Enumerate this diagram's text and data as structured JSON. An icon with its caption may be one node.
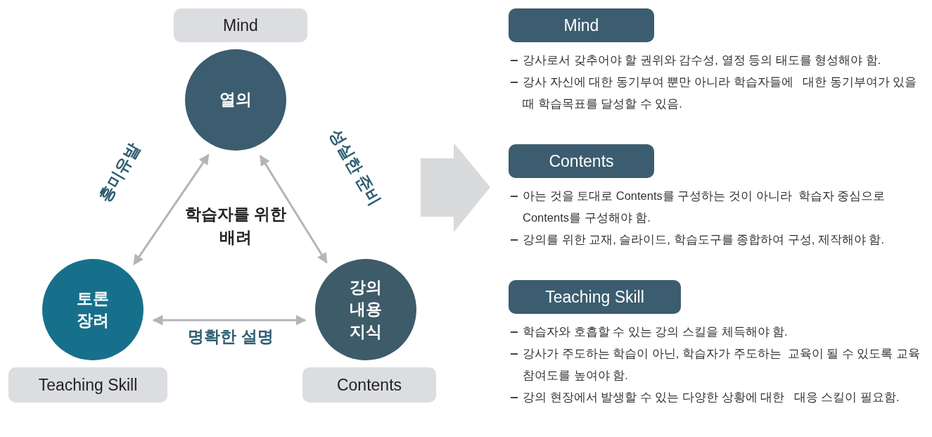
{
  "diagram": {
    "nodes": [
      {
        "text": [
          "Mind"
        ]
      },
      {
        "text": [
          "열의"
        ]
      },
      {
        "text": [
          "토론 장려"
        ]
      },
      {
        "text": [
          "강의 내용 지식"
        ]
      },
      {
        "text": [
          "Teaching Skill"
        ]
      },
      {
        "text": [
          "Contents"
        ]
      },
      {
        "text": [
          "Mind"
        ],
        "beside": [
          "강사로서 갖추어야 할 권위와 감수성, 열정 등의 태도를 형성해야 함.",
          "강사 자신에 대한 동기부여 뿐만 아니라 학습자들에   대한 동기부여가 있을 때 학습목표를 달성할 수 있음."
        ]
      },
      {
        "text": [
          "Contents"
        ],
        "beside": [
          "아는 것을 토대로 Contents를 구성하는 것이 아니라  학습자 중심으로 Contents를 구성해야 함.",
          "강의를 위한 교재, 슬라이드, 학습도구를 종합하여 구성, 제작해야 함."
        ]
      },
      {
        "text": [
          "Teaching Skill"
        ],
        "beside": [
          "학습자와 호흡할 수 있는 강의 스킬을 체득해야 함.",
          "강사가 주도하는 학습이 아닌, 학습자가 주도하는  교육이 될 수 있도록 교육 참여도를 높여야 함.",
          "강의 현장에서 발생할 수 있는 다양한 상황에 대한   대응 스킬이 필요함."
        ]
      }
    ],
    "edges": [
      {
        "from": 1,
        "to": 2,
        "arrow": "both",
        "label": "흥미유발"
      },
      {
        "from": 1,
        "to": 3,
        "arrow": "both",
        "label": "성실한 준비"
      },
      {
        "from": 2,
        "to": 3,
        "arrow": "both",
        "label": "명확한 설명"
      }
    ],
    "labels": [
      "학습자를 위한 배려"
    ]
  }
}
